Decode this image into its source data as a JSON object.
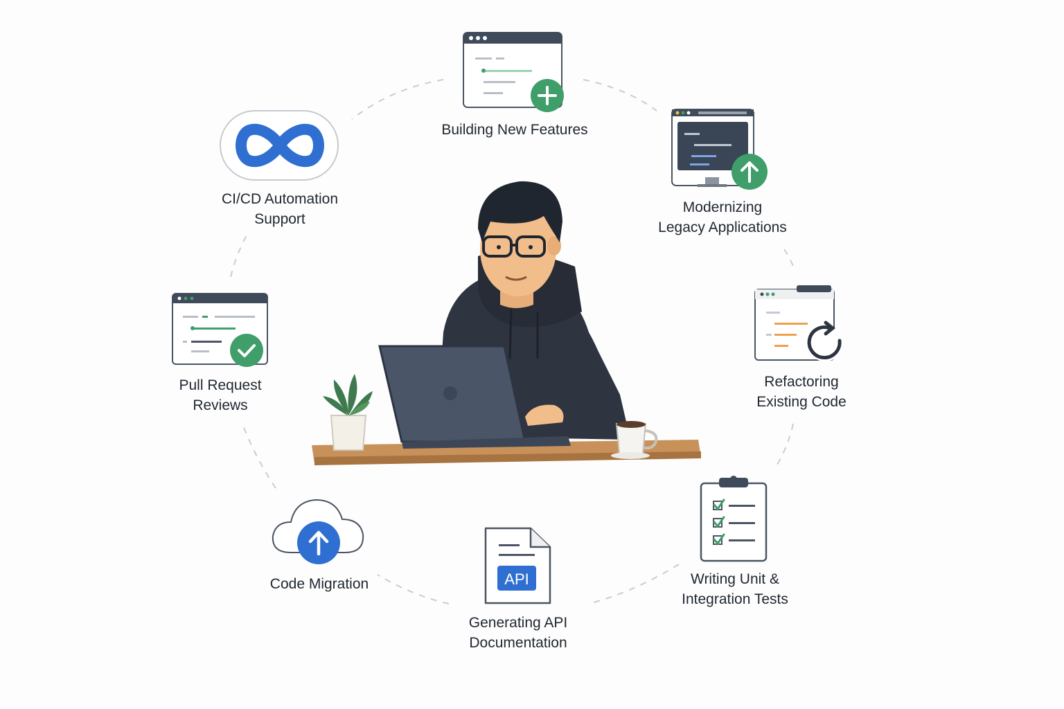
{
  "diagram": {
    "center": {
      "icon": "developer-at-laptop-illustration"
    },
    "nodes": [
      {
        "id": "building-new-features",
        "icon": "browser-plus-icon",
        "label_lines": [
          "Building New Features"
        ]
      },
      {
        "id": "modernizing-legacy",
        "icon": "monitor-upgrade-icon",
        "label_lines": [
          "Modernizing",
          "Legacy Applications"
        ]
      },
      {
        "id": "refactoring",
        "icon": "browser-refresh-icon",
        "label_lines": [
          "Refactoring",
          "Existing Code"
        ]
      },
      {
        "id": "unit-tests",
        "icon": "clipboard-checklist-icon",
        "label_lines": [
          "Writing Unit &",
          "Integration Tests"
        ]
      },
      {
        "id": "api-docs",
        "icon": "api-document-icon",
        "label_lines": [
          "Generating API",
          "Documentation"
        ],
        "badge": "API"
      },
      {
        "id": "code-migration",
        "icon": "cloud-upload-icon",
        "label_lines": [
          "Code Migration"
        ]
      },
      {
        "id": "pull-request-reviews",
        "icon": "browser-check-icon",
        "label_lines": [
          "Pull Request",
          "Reviews"
        ]
      },
      {
        "id": "cicd",
        "icon": "infinity-loop-icon",
        "label_lines": [
          "CI/CD Automation",
          "Support"
        ]
      }
    ]
  },
  "colors": {
    "green": "#3f9e6a",
    "blue": "#2f6fd1",
    "orange": "#f0a04b",
    "slate": "#3f4a5a",
    "hoodie": "#2e3440",
    "desk": "#c8915a"
  }
}
